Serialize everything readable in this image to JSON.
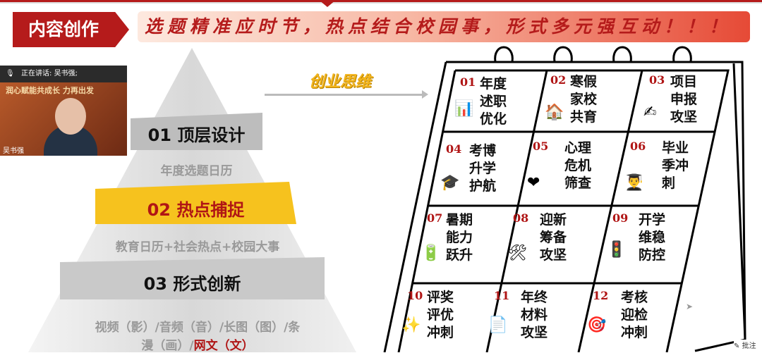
{
  "header": {
    "section": "内容创作",
    "slogan": "选题精准应时节，热点结合校园事，形式多元强互动！！！"
  },
  "video": {
    "status_label": "正在讲话:",
    "speaker": "吴书强;",
    "poster_title": "润心赋能共成长 力再出发",
    "name_tag": "吴书强"
  },
  "pyramid": {
    "levels": [
      {
        "label": "01 顶层设计",
        "detail": "年度选题日历"
      },
      {
        "label": "02 热点捕捉",
        "detail": "教育日历+社会热点+校园大事"
      },
      {
        "label": "03 形式创新",
        "detail_line1": "视频（影）/音频（音）/长图（图）/条",
        "detail_line2a": "漫（画）/",
        "detail_line2b": "网文（文）"
      }
    ]
  },
  "mindset": "创业思维",
  "calendar": [
    {
      "num": "01",
      "text": "年度述职优化",
      "icon": "bar-chart-icon",
      "glyph": "📊"
    },
    {
      "num": "02",
      "text": "寒假家校共育",
      "icon": "house-icon",
      "glyph": "🏠"
    },
    {
      "num": "03",
      "text": "项目申报攻坚",
      "icon": "writing-hand-icon",
      "glyph": "✍"
    },
    {
      "num": "04",
      "text": "考博升学护航",
      "icon": "graduation-cap-icon",
      "glyph": "🎓"
    },
    {
      "num": "05",
      "text": "心理危机筛查",
      "icon": "heart-icon",
      "glyph": "❤"
    },
    {
      "num": "06",
      "text": "毕业季冲刺",
      "icon": "graduate-icon",
      "glyph": "👨‍🎓"
    },
    {
      "num": "07",
      "text": "暑期能力跃升",
      "icon": "battery-icon",
      "glyph": "🔋"
    },
    {
      "num": "08",
      "text": "迎新筹备攻坚",
      "icon": "tools-icon",
      "glyph": "🛠"
    },
    {
      "num": "09",
      "text": "开学维稳防控",
      "icon": "traffic-light-icon",
      "glyph": "🚦"
    },
    {
      "num": "10",
      "text": "评奖评优冲刺",
      "icon": "sparkle-icon",
      "glyph": "✨"
    },
    {
      "num": "11",
      "text": "年终材料攻坚",
      "icon": "document-icon",
      "glyph": "📄"
    },
    {
      "num": "12",
      "text": "考核迎检冲刺",
      "icon": "target-icon",
      "glyph": "🎯"
    }
  ],
  "annotate": "批注",
  "colors": {
    "brand_red": "#b51b1b",
    "accent_yellow": "#f2b41c"
  }
}
